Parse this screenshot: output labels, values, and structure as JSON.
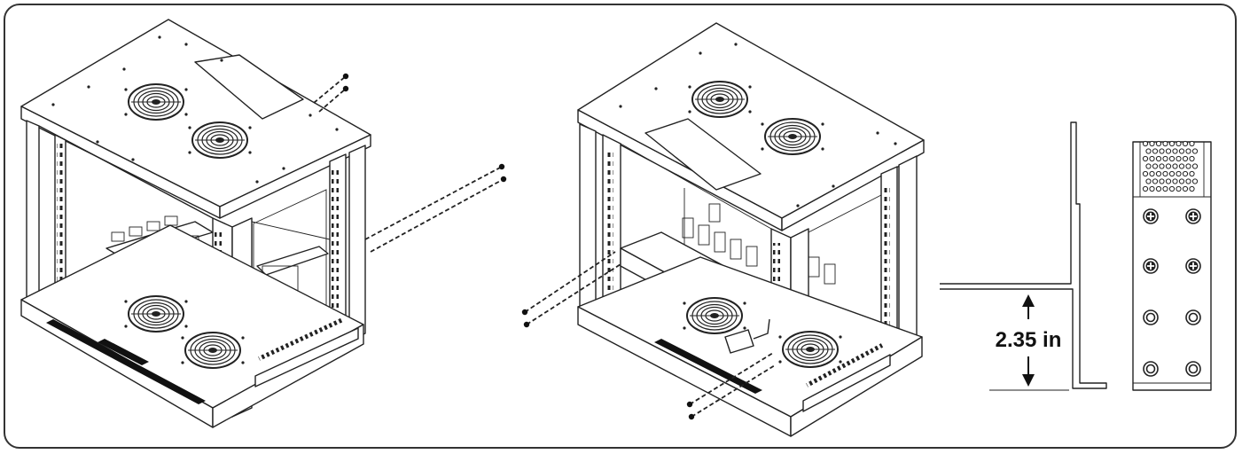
{
  "figure": {
    "dimension": {
      "value": "2.35",
      "unit": "in",
      "label": "2.35 in"
    },
    "icons": [
      "fan-grille-icon",
      "screw-icon",
      "perforated-vent-icon"
    ]
  }
}
